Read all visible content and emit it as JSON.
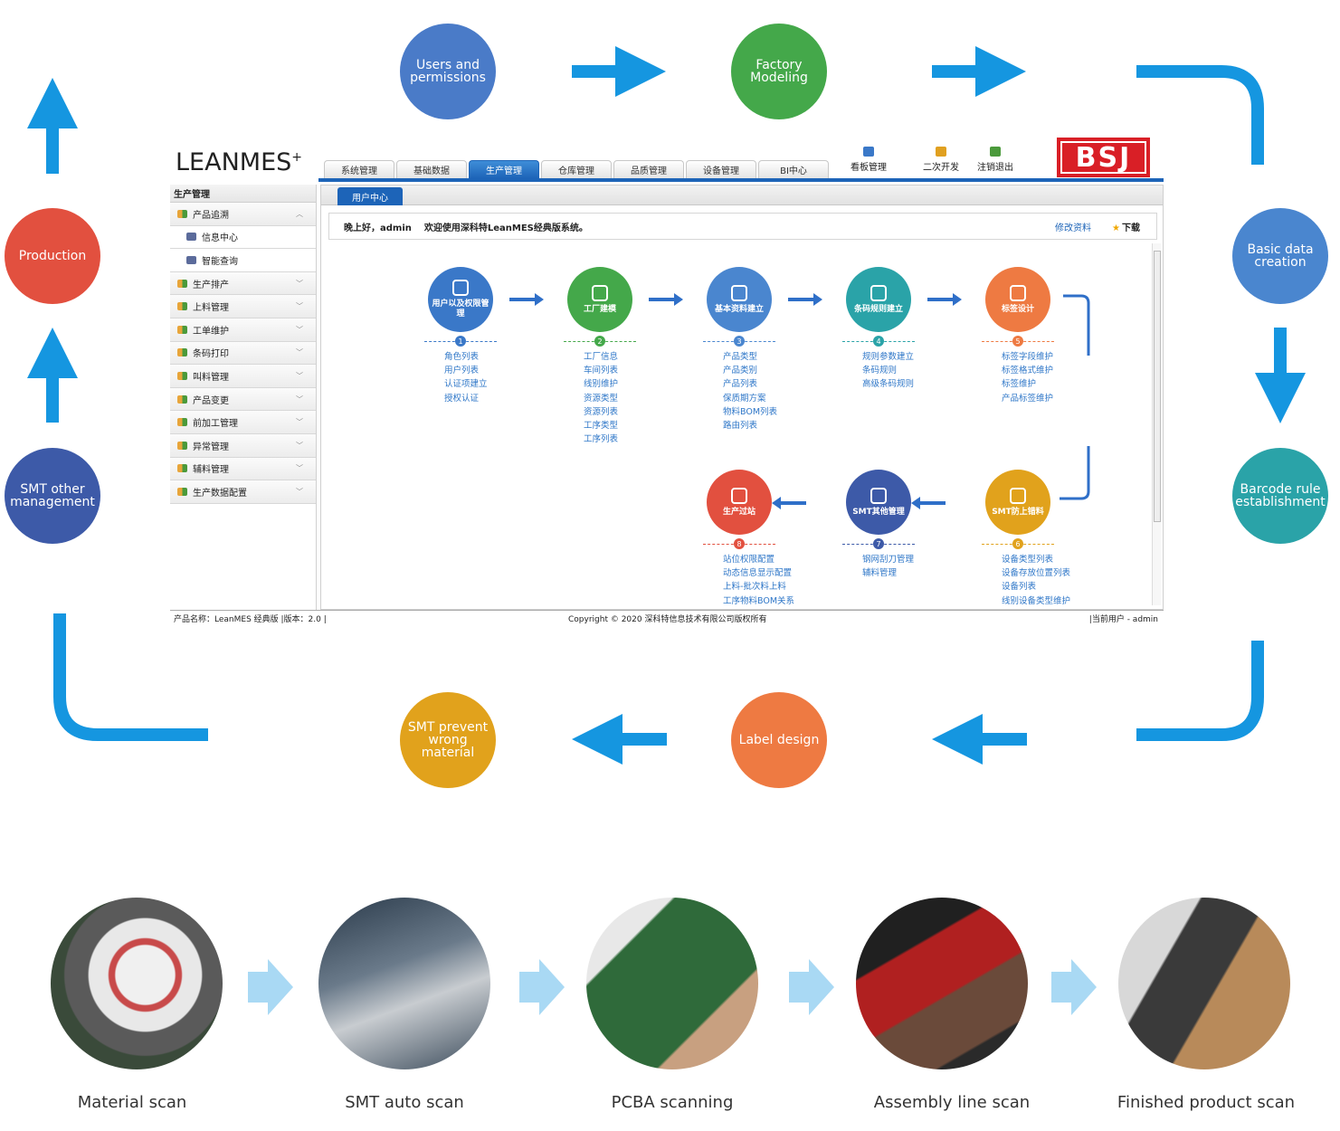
{
  "colors": {
    "blue": "#4a7bc8",
    "green": "#44a84a",
    "teal": "#2aa3a8",
    "red": "#e2503f",
    "orange": "#ee7a42",
    "gold": "#e1a21c",
    "navy": "#3d5aa8",
    "arrow": "#1596e0"
  },
  "flow": [
    {
      "id": "users",
      "label": "Users and permissions",
      "color": "#4a7bc8"
    },
    {
      "id": "factory",
      "label": "Factory Modeling",
      "color": "#44a84a"
    },
    {
      "id": "basic",
      "label": "Basic data creation",
      "color": "#4a86cf"
    },
    {
      "id": "barcode",
      "label": "Barcode rule establishment",
      "color": "#2aa3a8"
    },
    {
      "id": "label",
      "label": "Label design",
      "color": "#ee7a42"
    },
    {
      "id": "smt-prevent",
      "label": "SMT prevent wrong material",
      "color": "#e1a21c"
    },
    {
      "id": "smt-other",
      "label": "SMT other management",
      "color": "#3d5aa8"
    },
    {
      "id": "production",
      "label": "Production",
      "color": "#e2503f"
    }
  ],
  "mes": {
    "logo": "LEANMES",
    "logo_sup": "+",
    "brand": "BSJ",
    "tabs": [
      "系统管理",
      "基础数据",
      "生产管理",
      "仓库管理",
      "品质管理",
      "设备管理",
      "BI中心"
    ],
    "active_tab": 2,
    "tools": [
      {
        "label": "看板管理",
        "icon": "kanban-icon",
        "color": "#3a78c8"
      },
      {
        "label": "二次开发",
        "icon": "develop-icon",
        "color": "#e0a020"
      },
      {
        "label": "注销退出",
        "icon": "logout-icon",
        "color": "#4b9a3b"
      }
    ],
    "sidebar": {
      "title": "生产管理",
      "items": [
        {
          "label": "产品追溯",
          "sub": false,
          "chev": "︿"
        },
        {
          "label": "信息中心",
          "sub": true,
          "chev": ""
        },
        {
          "label": "智能查询",
          "sub": true,
          "chev": ""
        },
        {
          "label": "生产排产",
          "sub": false,
          "chev": "﹀"
        },
        {
          "label": "上料管理",
          "sub": false,
          "chev": "﹀"
        },
        {
          "label": "工单维护",
          "sub": false,
          "chev": "﹀"
        },
        {
          "label": "条码打印",
          "sub": false,
          "chev": "﹀"
        },
        {
          "label": "叫料管理",
          "sub": false,
          "chev": "﹀"
        },
        {
          "label": "产品变更",
          "sub": false,
          "chev": "﹀"
        },
        {
          "label": "前加工管理",
          "sub": false,
          "chev": "﹀"
        },
        {
          "label": "异常管理",
          "sub": false,
          "chev": "﹀"
        },
        {
          "label": "辅料管理",
          "sub": false,
          "chev": "﹀"
        },
        {
          "label": "生产数据配置",
          "sub": false,
          "chev": "﹀"
        }
      ]
    },
    "content_tab": "用户中心",
    "welcome_greeting": "晚上好，admin",
    "welcome_text": "欢迎使用深科特LeanMES经典版系统。",
    "edit_profile": "修改资料",
    "download": "下载",
    "nodes": [
      {
        "num": "1",
        "title": "用户以及权限管理",
        "color": "#3a78c8",
        "links": [
          "角色列表",
          "用户列表",
          "认证项建立",
          "授权认证"
        ]
      },
      {
        "num": "2",
        "title": "工厂建模",
        "color": "#44a84a",
        "links": [
          "工厂信息",
          "车间列表",
          "线别维护",
          "资源类型",
          "资源列表",
          "工序类型",
          "工序列表"
        ]
      },
      {
        "num": "3",
        "title": "基本资料建立",
        "color": "#4a86cf",
        "links": [
          "产品类型",
          "产品类别",
          "产品列表",
          "保质期方案",
          "物料BOM列表",
          "路由列表"
        ]
      },
      {
        "num": "4",
        "title": "条码规则建立",
        "color": "#2aa3a8",
        "links": [
          "规则参数建立",
          "条码规则",
          "高级条码规则"
        ]
      },
      {
        "num": "5",
        "title": "标签设计",
        "color": "#ee7a42",
        "links": [
          "标签字段维护",
          "标签格式维护",
          "标签维护",
          "产品标签维护"
        ]
      },
      {
        "num": "6",
        "title": "SMT防上错料",
        "color": "#e1a21c",
        "links": [
          "设备类型列表",
          "设备存放位置列表",
          "设备列表",
          "线别设备类型维护"
        ]
      },
      {
        "num": "7",
        "title": "SMT其他管理",
        "color": "#3d5aa8",
        "links": [
          "钢网刮刀管理",
          "辅料管理"
        ]
      },
      {
        "num": "8",
        "title": "生产过站",
        "color": "#e2503f",
        "links": [
          "站位权限配置",
          "动态信息显示配置",
          "上料-批次料上料",
          "工序物料BOM关系"
        ]
      }
    ],
    "status_product": "产品名称：LeanMES 经典版  |版本：2.0  |",
    "status_copyright": "Copyright © 2020  深科特信息技术有限公司版权所有",
    "status_user": "|当前用户 - admin"
  },
  "scans": [
    {
      "label": "Material scan"
    },
    {
      "label": "SMT auto scan"
    },
    {
      "label": "PCBA scanning"
    },
    {
      "label": "Assembly line scan"
    },
    {
      "label": "Finished product scan"
    }
  ]
}
